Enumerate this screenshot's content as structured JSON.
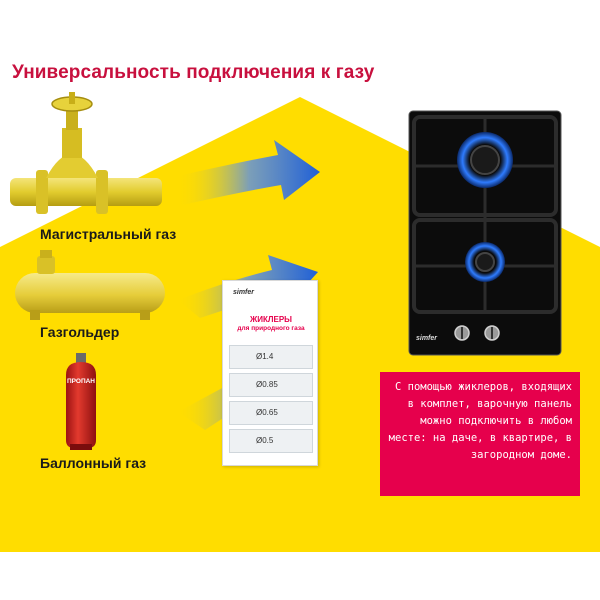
{
  "title": "Универсальность подключения к газу",
  "sources": [
    {
      "label": "Магистральный газ",
      "icon": "gas-valve-icon"
    },
    {
      "label": "Газгольдер",
      "icon": "gas-tank-icon"
    },
    {
      "label": "Баллонный газ",
      "icon": "gas-cylinder-icon",
      "cylinder_text": "ПРОПАН"
    }
  ],
  "jets_card": {
    "brand": "simfer",
    "title": "ЖИКЛЕРЫ",
    "subtitle": "для природного газа",
    "jets": [
      "Ø1.4",
      "Ø0.85",
      "Ø0.65",
      "Ø0.5"
    ]
  },
  "stove": {
    "brand": "simfer"
  },
  "callout": "С помощью жиклеров, входящих в комплет, варочную панель можно подключить в любом месте: на даче, в квартире, в загородном доме.",
  "colors": {
    "accent": "#e6004c",
    "title": "#c8103e",
    "house": "#ffdd00",
    "arrow": "#1f5fd6"
  }
}
